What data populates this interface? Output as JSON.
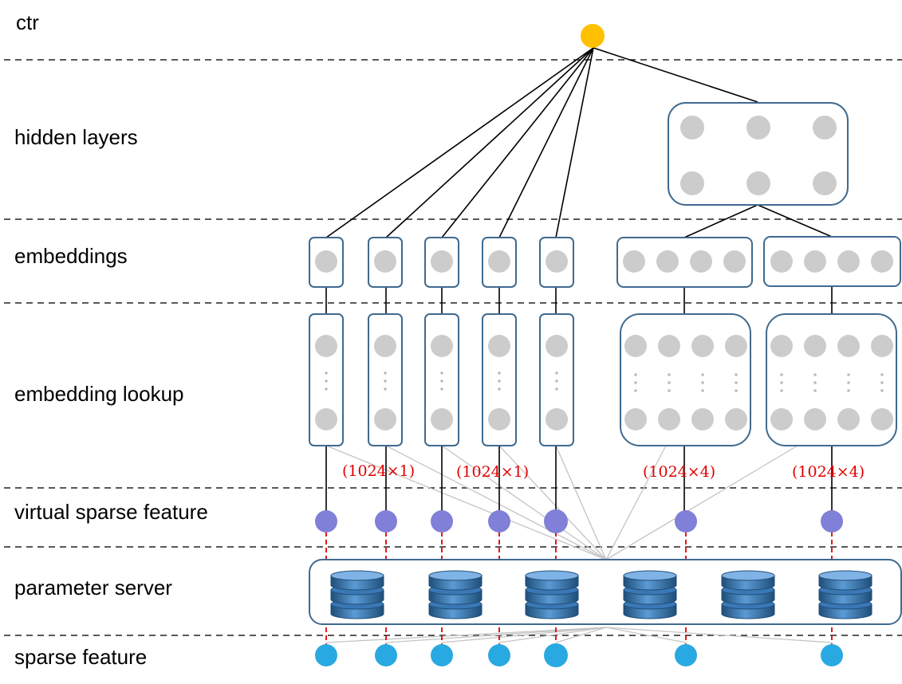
{
  "layers": {
    "ctr": "ctr",
    "hidden_layers": "hidden layers",
    "embeddings": "embeddings",
    "embedding_lookup": "embedding lookup",
    "virtual_sparse_feature": "virtual sparse feature",
    "parameter_server": "parameter server",
    "sparse_feature": "sparse feature"
  },
  "lookup_dims": [
    "(1024×1)",
    "(1024×1)",
    "(1024×4)",
    "(1024×4)"
  ],
  "colors": {
    "ctr_node": "#ffc000",
    "virtual_node": "#8080d8",
    "sparse_node": "#29a9e1",
    "dim_text": "#e00000",
    "box_stroke": "#3f6a8f",
    "db": "#2e75b6"
  }
}
